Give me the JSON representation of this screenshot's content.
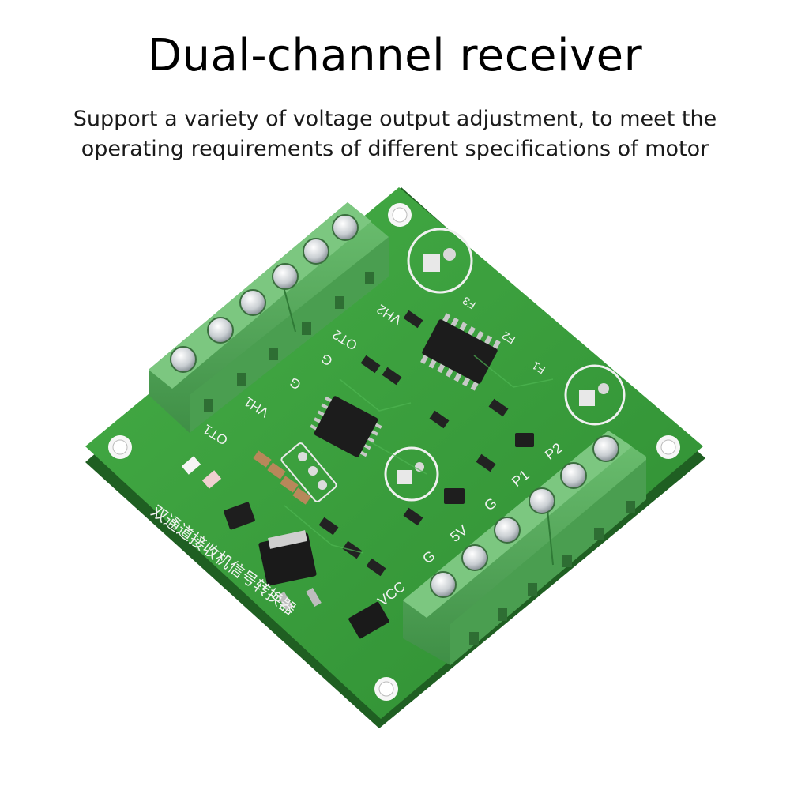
{
  "title": "Dual-channel receiver",
  "subtitle": {
    "line1": "Support a variety of voltage output adjustment, to meet the",
    "line2": "operating requirements of different specifications of motor"
  },
  "board_labels": {
    "vh2": "VH2",
    "ot2": "OT2",
    "g_top": "G",
    "g_top2": "G",
    "vh1": "VH1",
    "ot1": "OT1",
    "p2": "P2",
    "p1": "P1",
    "g_bottom": "G",
    "v5": "5V",
    "g_bottom2": "G",
    "vcc": "VCC",
    "f1": "F1",
    "f2": "F2",
    "f3": "F3",
    "chinese": "双通道接收机信号转换器"
  },
  "colors": {
    "pcb": "#3a9e3a",
    "pcb_dark": "#2a7a2c",
    "terminal": "#58a55c",
    "terminal_dark": "#3c8a44"
  }
}
